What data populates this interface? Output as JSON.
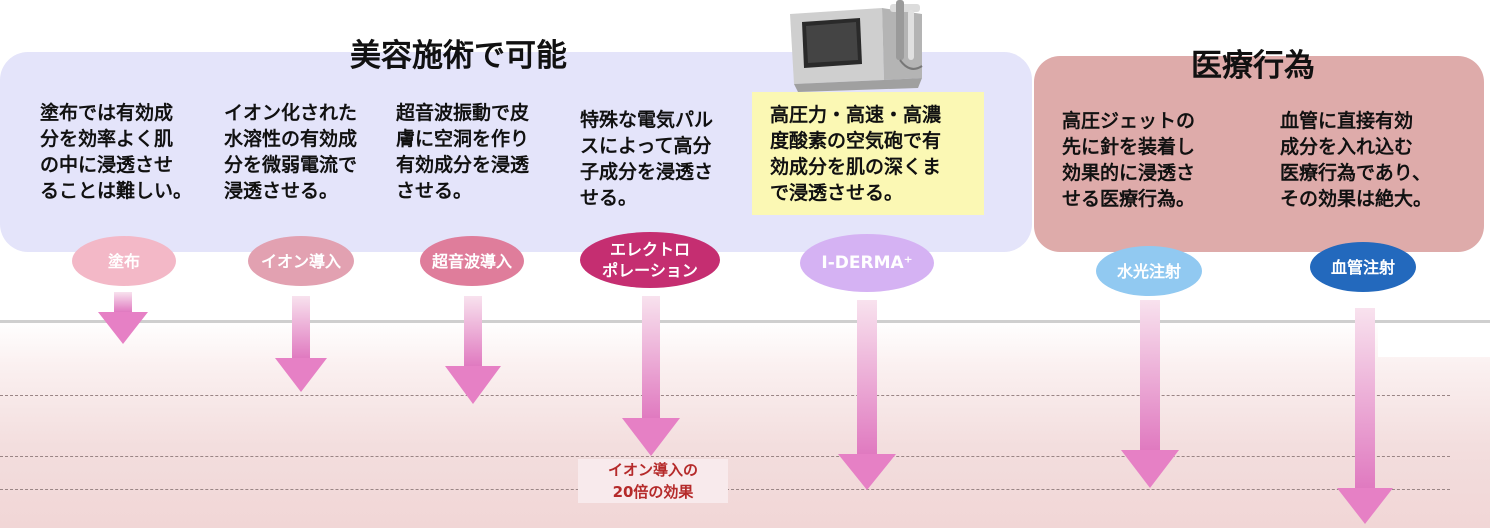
{
  "beauty": {
    "title": "美容施術で可能",
    "items": [
      {
        "id": "d1",
        "desc": "塗布では有効成\n分を効率よく肌\nの中に浸透させ\nることは難しい。",
        "label": "塗布"
      },
      {
        "id": "d2",
        "desc": "イオン化された\n水溶性の有効成\n分を微弱電流で\n浸透させる。",
        "label": "イオン導入"
      },
      {
        "id": "d3",
        "desc": "超音波振動で皮\n膚に空洞を作り\n有効成分を浸透\nさせる。",
        "label": "超音波導入"
      },
      {
        "id": "d4",
        "desc": "特殊な電気パル\nスによって高分\n子成分を浸透さ\nせる。",
        "label": "エレクトロ\nポレーション"
      },
      {
        "id": "d5",
        "desc": "高圧力・高速・高濃\n度酸素の空気砲で有\n効成分を肌の深くま\nで浸透させる。",
        "label": "Ⅰ-DERMA⁺"
      }
    ]
  },
  "medical": {
    "title": "医療行為",
    "items": [
      {
        "id": "d6",
        "desc": "高圧ジェットの\n先に針を装着し\n効果的に浸透さ\nせる医療行為。",
        "label": "水光注射"
      },
      {
        "id": "d7",
        "desc": "血管に直接有効\n成分を入れ込む\n医療行為であり、\nその効果は絶大。",
        "label": "血管注射"
      }
    ]
  },
  "note": "イオン導入の\n20倍の効果",
  "colors": {
    "beauty_panel": "#e4e4fa",
    "medical_panel": "#deabaa",
    "highlight": "#fbf8b4",
    "arrow": "#e680c5",
    "note_text": "#b52a2a"
  }
}
